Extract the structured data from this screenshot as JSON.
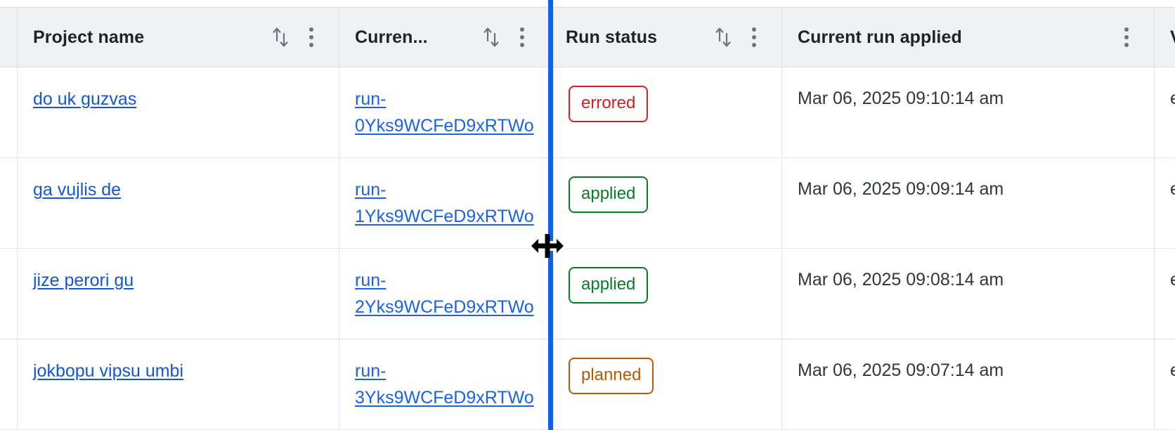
{
  "table": {
    "columns": [
      {
        "key": "project_name",
        "label": "Project name",
        "sortable": true,
        "has_menu": true,
        "truncated": false
      },
      {
        "key": "current_run",
        "label": "Curren...",
        "sortable": true,
        "has_menu": true,
        "truncated": true
      },
      {
        "key": "run_status",
        "label": "Run status",
        "sortable": true,
        "has_menu": true,
        "truncated": false
      },
      {
        "key": "current_run_applied",
        "label": "Current run applied",
        "sortable": false,
        "has_menu": true,
        "truncated": false
      },
      {
        "key": "partial_column",
        "label": "V",
        "sortable": false,
        "has_menu": false,
        "truncated": true
      }
    ],
    "rows": [
      {
        "project_name": "do uk guzvas",
        "current_run": "run-0Yks9WCFeD9xRTWo",
        "run_status": "errored",
        "run_status_color": "#d61f1f",
        "current_run_applied": "Mar 06, 2025 09:10:14 am",
        "partial_column": "e"
      },
      {
        "project_name": "ga vujlis de",
        "current_run": "run-1Yks9WCFeD9xRTWo",
        "run_status": "applied",
        "run_status_color": "#0a7c23",
        "current_run_applied": "Mar 06, 2025 09:09:14 am",
        "partial_column": "e"
      },
      {
        "project_name": "jize perori gu",
        "current_run": "run-2Yks9WCFeD9xRTWo",
        "run_status": "applied",
        "run_status_color": "#0a7c23",
        "current_run_applied": "Mar 06, 2025 09:08:14 am",
        "partial_column": "e"
      },
      {
        "project_name": "jokbopu vipsu umbi",
        "current_run": "run-3Yks9WCFeD9xRTWo",
        "run_status": "planned",
        "run_status_color": "#b55a0b",
        "current_run_applied": "Mar 06, 2025 09:07:14 am",
        "partial_column": "e"
      }
    ]
  },
  "icons": {
    "sort": "sort-ascending-descending-icon",
    "menu": "kebab-menu-icon",
    "cursor": "column-resize-cursor"
  },
  "interaction": {
    "column_resize_active": true,
    "resize_indicator_color": "#1360ef",
    "resize_target_column": "current_run"
  },
  "colors": {
    "link": "#1257d6",
    "header_bg": "#f0f1f3",
    "border": "#dcdee2",
    "text": "#31363b",
    "accent": "#1360ef"
  }
}
